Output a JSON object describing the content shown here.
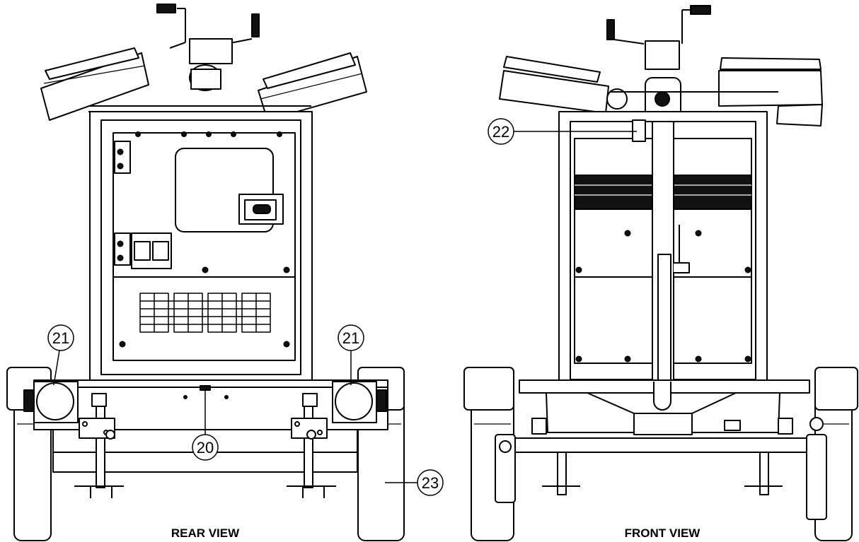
{
  "views": {
    "rear": {
      "caption": "REAR VIEW"
    },
    "front": {
      "caption": "FRONT VIEW"
    }
  },
  "callouts": {
    "rear_light_left": "21",
    "rear_light_right": "21",
    "rear_bumper": "20",
    "wheel": "23",
    "mast": "22"
  },
  "colors": {
    "line": "#000000",
    "fill": "#ffffff",
    "dark": "#111111"
  }
}
